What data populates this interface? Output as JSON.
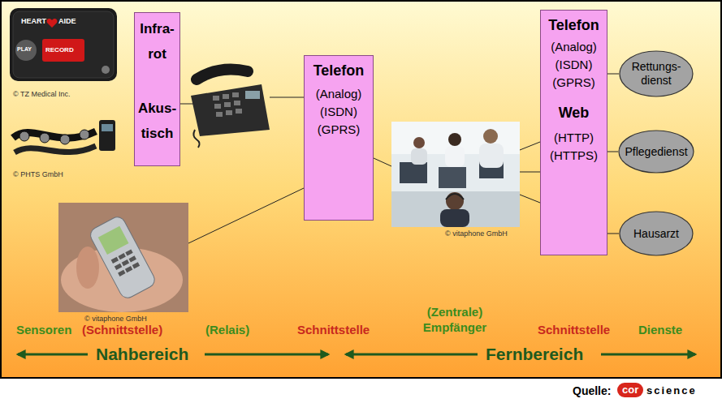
{
  "diagram": {
    "nodes": [
      {
        "text": [
          "Infra- rot",
          "Akus- tisch"
        ]
      },
      {
        "text": [
          "Telefon",
          "(Analog)",
          "(ISDN)",
          "(GPRS)"
        ]
      },
      {
        "text": [
          "Telefon",
          "(Analog)",
          "(ISDN)",
          "(GPRS)",
          "Web",
          "(HTTP)",
          "(HTTPS)"
        ]
      },
      {
        "text": [
          "Rettungs- dienst"
        ]
      },
      {
        "text": [
          "Pflegedienst"
        ]
      },
      {
        "text": [
          "Hausarzt"
        ]
      }
    ],
    "edges": [
      {
        "from": 2,
        "to": 3,
        "arrow": "none"
      },
      {
        "from": 2,
        "to": 4,
        "arrow": "none"
      },
      {
        "from": 2,
        "to": 5,
        "arrow": "none"
      }
    ],
    "labels": [
      "HEART",
      "AIDE",
      "PLAY",
      "RECORD",
      "© TZ Medical Inc.",
      "© PHTS GmbH",
      "© vitaphone GmbH",
      "© vitaphone GmbH",
      "Sensoren",
      "(Schnittstelle)",
      "(Relais)",
      "Schnittstelle",
      "(Zentrale) Empfänger",
      "Schnittstelle",
      "Dienste",
      "Nahbereich",
      "Fernbereich",
      "Quelle:",
      "cor",
      "science"
    ]
  }
}
